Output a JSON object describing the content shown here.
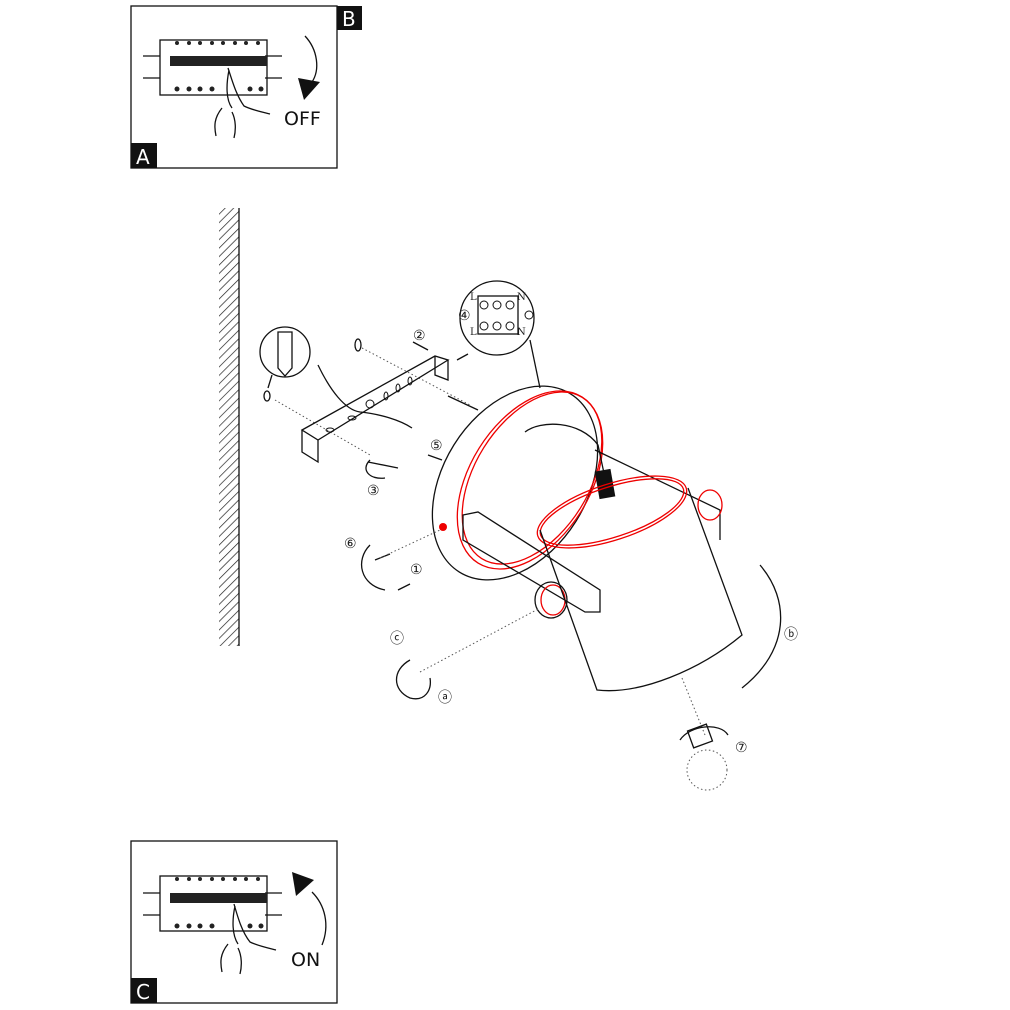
{
  "panel_top": {
    "badge_right": "B",
    "badge_left": "A",
    "action": "OFF"
  },
  "panel_bottom": {
    "badge_left": "C",
    "action": "ON"
  },
  "steps": {
    "s1": "①",
    "s2": "②",
    "s3": "③",
    "s4": "④",
    "s5": "⑤",
    "s6": "⑥",
    "s7": "⑦",
    "sa": "ⓐ",
    "sb": "ⓑ",
    "sc": "ⓒ"
  },
  "terminal": {
    "l_top": "L",
    "n_top": "N",
    "l_bottom": "L",
    "n_bottom": "N"
  },
  "colors": {
    "line": "#111111",
    "highlight": "#e00000",
    "badge": "#111111"
  }
}
